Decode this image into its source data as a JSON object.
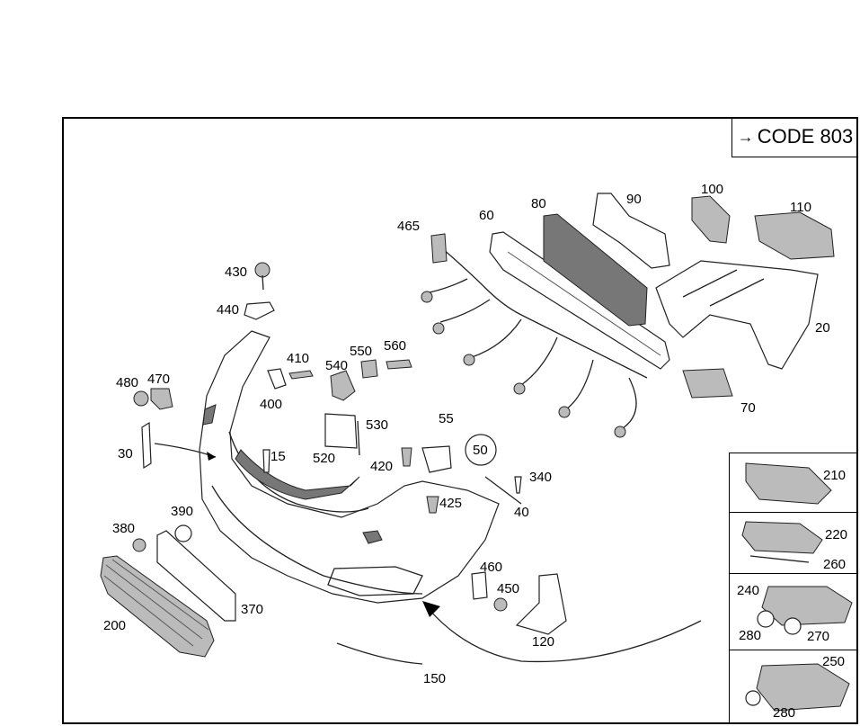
{
  "header": {
    "code_label": "CODE 803",
    "code_arrow": "→"
  },
  "labels": {
    "l15": "15",
    "l20": "20",
    "l30": "30",
    "l40": "40",
    "l50": "50",
    "l55": "55",
    "l60": "60",
    "l70": "70",
    "l80": "80",
    "l90": "90",
    "l100": "100",
    "l110": "110",
    "l120": "120",
    "l150": "150",
    "l200": "200",
    "l210": "210",
    "l220": "220",
    "l240": "240",
    "l250": "250",
    "l260": "260",
    "l270": "270",
    "l280a": "280",
    "l280b": "280",
    "l340": "340",
    "l370": "370",
    "l380": "380",
    "l390": "390",
    "l400": "400",
    "l410": "410",
    "l420": "420",
    "l425": "425",
    "l430": "430",
    "l440": "440",
    "l450": "450",
    "l460": "460",
    "l465": "465",
    "l470": "470",
    "l480": "480",
    "l520": "520",
    "l530": "530",
    "l540": "540",
    "l550": "550",
    "l560": "560"
  }
}
